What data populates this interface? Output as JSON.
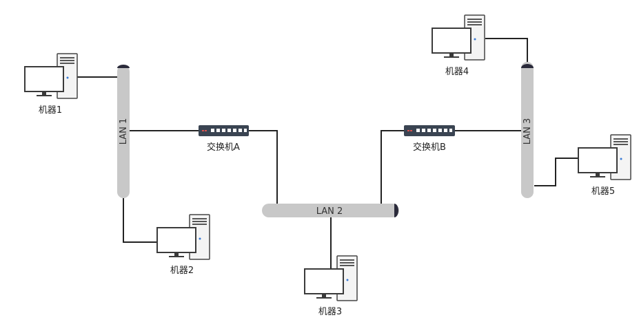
{
  "diagram": {
    "lans": [
      {
        "id": "lan1",
        "label": "LAN 1"
      },
      {
        "id": "lan2",
        "label": "LAN 2"
      },
      {
        "id": "lan3",
        "label": "LAN 3"
      }
    ],
    "switches": [
      {
        "id": "switchA",
        "label": "交换机A"
      },
      {
        "id": "switchB",
        "label": "交换机B"
      }
    ],
    "machines": [
      {
        "id": "m1",
        "label": "机器1"
      },
      {
        "id": "m2",
        "label": "机器2"
      },
      {
        "id": "m3",
        "label": "机器3"
      },
      {
        "id": "m4",
        "label": "机器4"
      },
      {
        "id": "m5",
        "label": "机器5"
      }
    ],
    "colors": {
      "line": "#222222",
      "lan_fill": "#c8c8c8",
      "lan_end": "#2a2a3a",
      "switch_body": "#3a4452",
      "switch_port": "#ffffff",
      "switch_led": "#d9534f",
      "tower_fill": "#f4f4f4",
      "tower_border": "#444444",
      "monitor_frame": "#3a3a3a",
      "screen": "#ffffff",
      "tower_led": "#3a7bd5"
    }
  }
}
